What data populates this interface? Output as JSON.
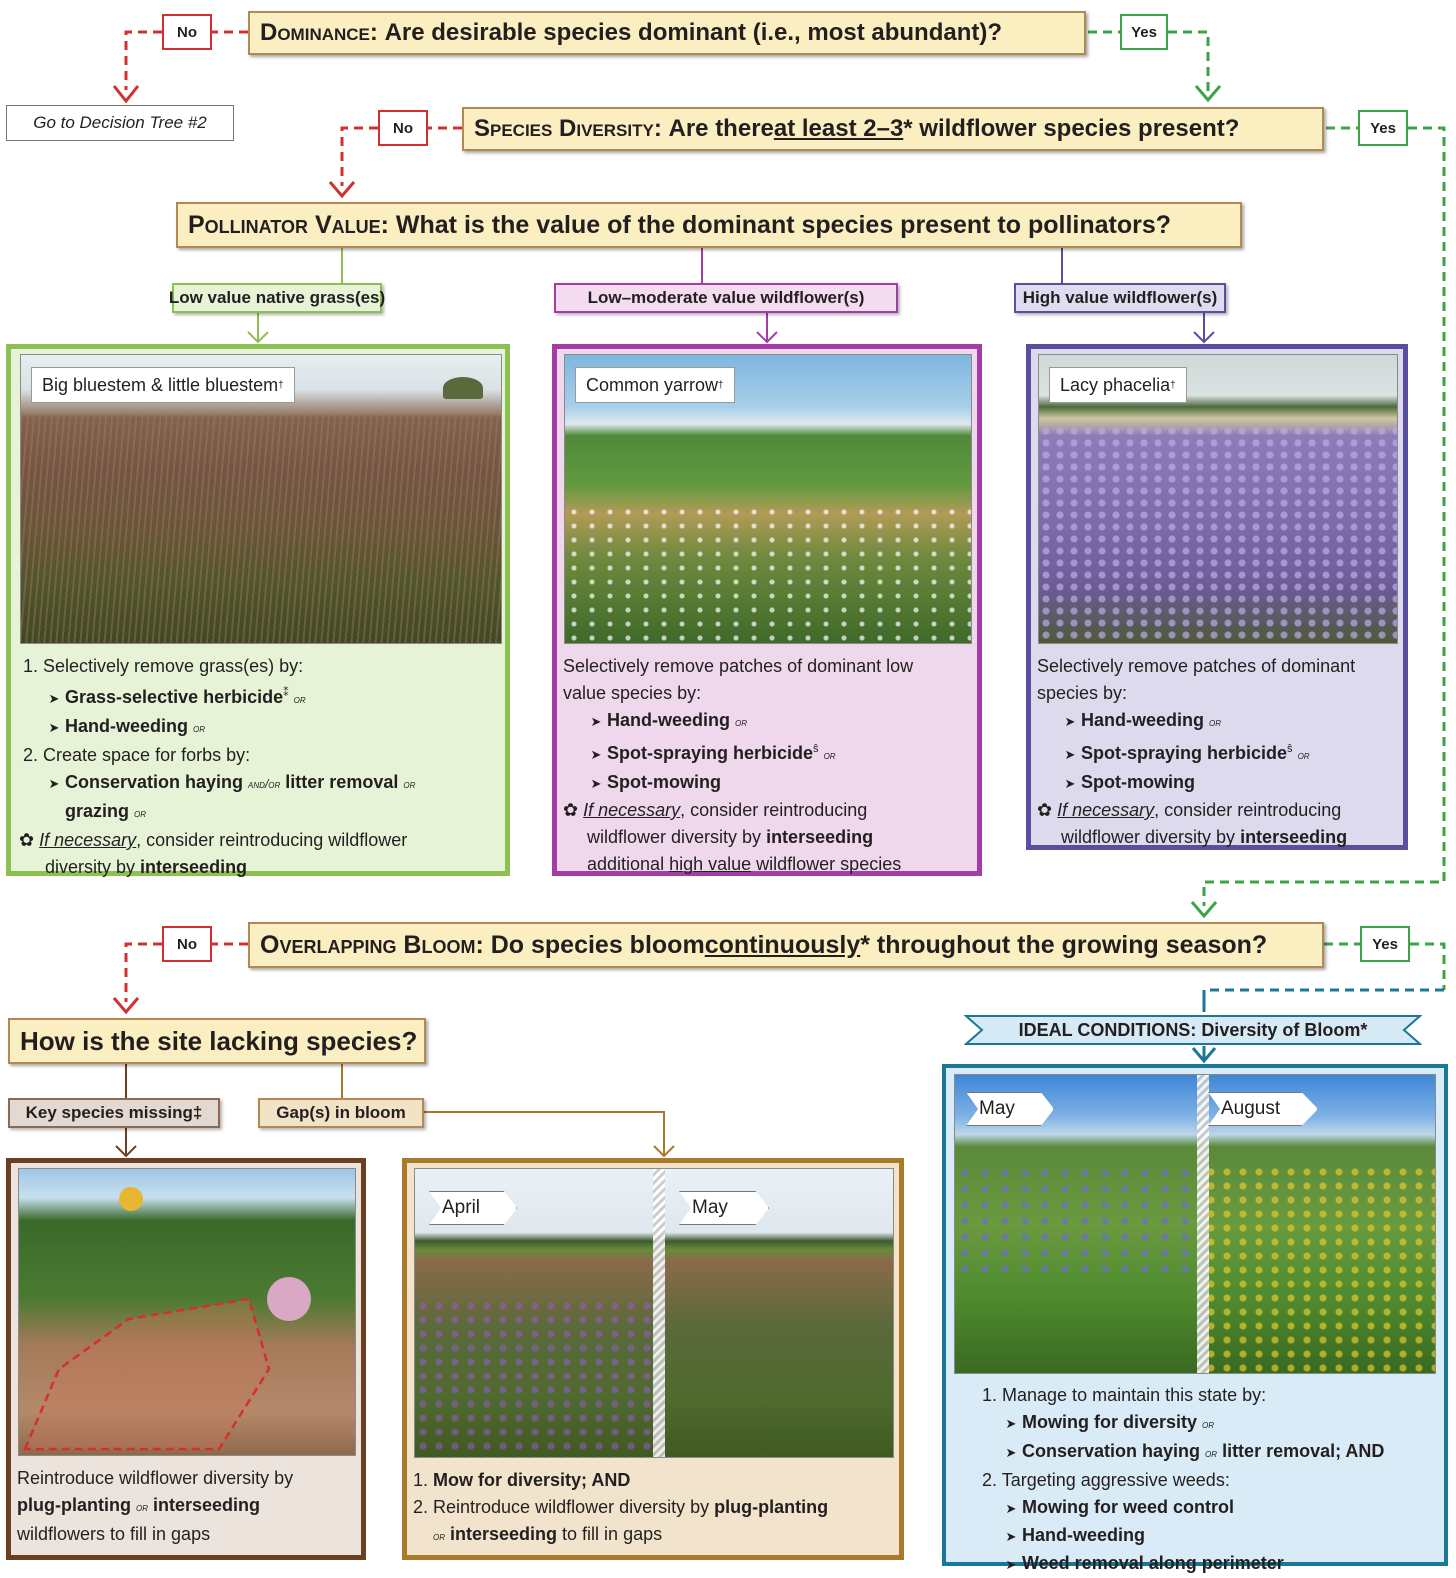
{
  "q1": {
    "lead": "Dominance:",
    "text": "Are desirable species dominant (i.e., most abundant)?"
  },
  "q2": {
    "lead": "Species Diversity:",
    "pre": "Are there ",
    "underline": "at least 2–3",
    "post": "* wildflower species present?"
  },
  "q3": {
    "lead": "Pollinator Value:",
    "text": "What is the value of the dominant species present to pollinators?"
  },
  "q4": {
    "lead": "Overlapping Bloom:",
    "pre": "Do species bloom ",
    "underline": "continuously",
    "post": "* throughout the growing season?"
  },
  "q5": {
    "text": "How is the site lacking species?"
  },
  "answers": {
    "no": "No",
    "yes": "Yes"
  },
  "goto": "Go to Decision Tree #2",
  "categories": {
    "low_grass": "Low value native grass(es)",
    "low_mod": "Low–moderate value wildflower(s)",
    "high": "High value wildflower(s)",
    "key_missing": "Key species missing‡",
    "gaps": "Gap(s) in bloom"
  },
  "panels": {
    "grass": {
      "caption": "Big bluestem & little bluestem",
      "caption_mark": "†",
      "l1": "1. Selectively remove grass(es) by:",
      "l2": "Grass-selective herbicide",
      "l2_mark": "⁑",
      "l3": "Hand-weeding",
      "l4": "2. Create space for forbs by:",
      "l5a": "Conservation haying",
      "l5b": "and/or",
      "l5c": "litter removal",
      "l6": "grazing",
      "l7a": "If necessary",
      "l7b": ", consider reintroducing wildflower",
      "l8a": "diversity by ",
      "l8b": "interseeding"
    },
    "yarrow": {
      "caption": "Common yarrow",
      "caption_mark": "†",
      "l1": "Selectively remove patches of dominant low",
      "l2": "value species by:",
      "l3": "Hand-weeding",
      "l4": "Spot-spraying herbicide",
      "l4_mark": "ŝ",
      "l5": "Spot-mowing",
      "l6a": "If necessary",
      "l6b": ", consider reintroducing",
      "l7a": "wildflower diversity by ",
      "l7b": "interseeding",
      "l8a": "additional ",
      "l8b": "high value",
      "l8c": " wildflower species"
    },
    "phacelia": {
      "caption": "Lacy phacelia",
      "caption_mark": "†",
      "l1": "Selectively remove patches of dominant",
      "l2": "species by:",
      "l3": "Hand-weeding",
      "l4": "Spot-spraying herbicide",
      "l4_mark": "ŝ",
      "l5": "Spot-mowing",
      "l6a": "If necessary",
      "l6b": ", consider reintroducing",
      "l7a": "wildflower diversity by ",
      "l7b": "interseeding"
    },
    "missing": {
      "l1": "Reintroduce wildflower diversity by",
      "l2a": "plug-planting",
      "l2c": "interseeding",
      "l3": "wildflowers to fill in gaps"
    },
    "gaps": {
      "tag1": "April",
      "tag2": "May",
      "l1a": "1. ",
      "l1b": "Mow for diversity",
      "l1c": "; AND",
      "l2a": "2. Reintroduce wildflower diversity by ",
      "l2b": "plug-planting",
      "l3b": "interseeding",
      "l3c": " to fill in gaps"
    },
    "ideal": {
      "banner": "IDEAL CONDITIONS: Diversity of Bloom*",
      "tag1": "May",
      "tag2": "August",
      "l1": "1. Manage to maintain this state by:",
      "l2": "Mowing for diversity",
      "l3a": "Conservation haying",
      "l3c": "litter removal",
      "l3d": "; AND",
      "l4": "2. Targeting aggressive weeds:",
      "l5": "Mowing for weed control",
      "l6": "Hand-weeding",
      "l7": "Weed removal along perimeter"
    }
  },
  "or": "or",
  "colors": {
    "no": "#d42f2f",
    "yes": "#3ca346",
    "question_fill": "#fbeec0",
    "green": "#8cc152",
    "purple": "#a23ea6",
    "violet": "#5a4ea0",
    "brown": "#6b3f22",
    "gold": "#a87a2a",
    "blue": "#1a7896"
  }
}
